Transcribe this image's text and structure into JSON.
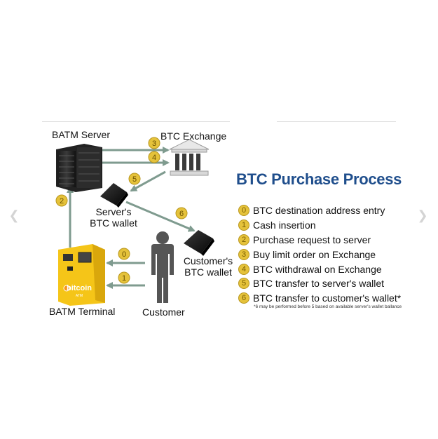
{
  "diagram": {
    "title": "BTC Purchase Process",
    "nodes": {
      "batm_server": "BATM Server",
      "btc_exchange": "BTC Exchange",
      "servers_wallet": [
        "Server's",
        "BTC wallet"
      ],
      "customers_wallet": [
        "Customer's",
        "BTC wallet"
      ],
      "batm_terminal": "BATM Terminal",
      "customer": "Customer",
      "atm_brand": "bitcoin",
      "atm_sub": "ATM"
    },
    "edge_numbers": [
      "0",
      "1",
      "2",
      "3",
      "4",
      "5",
      "6"
    ],
    "steps": [
      {
        "num": "0",
        "text": "BTC destination address entry"
      },
      {
        "num": "1",
        "text": "Cash insertion"
      },
      {
        "num": "2",
        "text": "Purchase request to server"
      },
      {
        "num": "3",
        "text": "Buy limit order on Exchange"
      },
      {
        "num": "4",
        "text": "BTC withdrawal on Exchange"
      },
      {
        "num": "5",
        "text": "BTC transfer to server's wallet"
      },
      {
        "num": "6",
        "text": "BTC transfer to customer's wallet*"
      }
    ],
    "footnote": "*6 may be performed before 5 based on available server's wallet ballance",
    "colors": {
      "arrow": "#7f9b8f",
      "badge": "#e5c23a",
      "title": "#1f4e8c",
      "atm_body": "#f5c518"
    }
  }
}
